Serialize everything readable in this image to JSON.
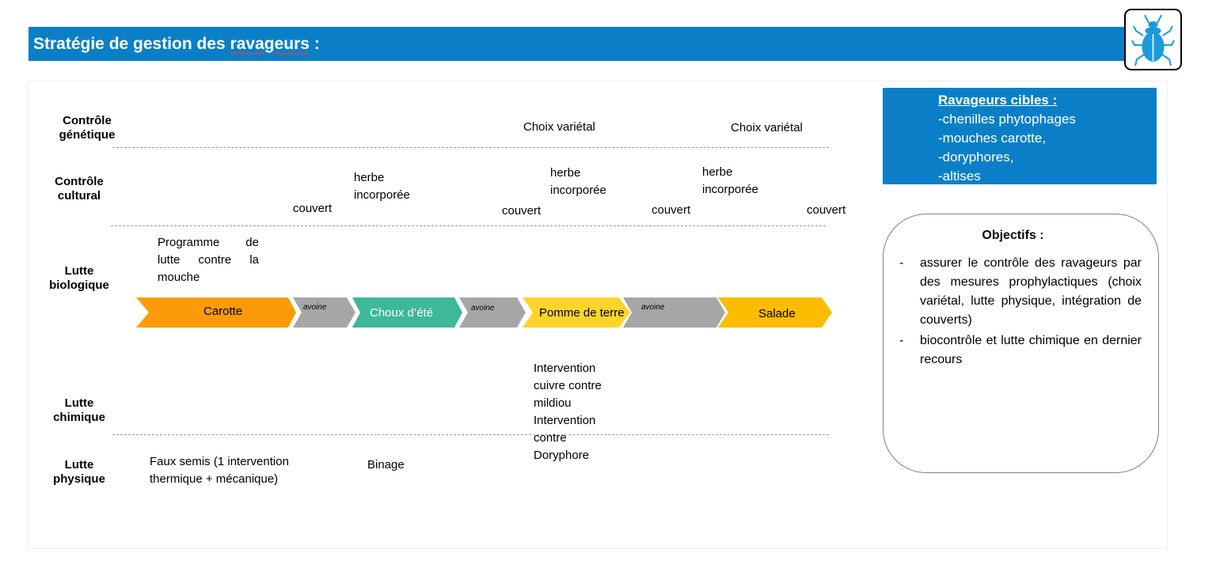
{
  "header": {
    "title_main": "Stratégie de gestion des ",
    "title_wavy": "ravageurs",
    "title_end": " :"
  },
  "logo": {
    "icon": "beetle-icon",
    "color": "#1a9bd7"
  },
  "rows": {
    "genetique": "Contrôle génétique",
    "cultural": "Contrôle cultural",
    "biologique": "Lutte biologique",
    "chimique": "Lutte chimique",
    "physique": "Lutte physique"
  },
  "genetique": {
    "choix_1": "Choix variétal",
    "choix_2": "Choix variétal"
  },
  "cultural": {
    "couvert_1": "couvert",
    "herbe_1": "herbe incorporée",
    "couvert_2": "couvert",
    "herbe_2": "herbe incorporée",
    "couvert_3": "couvert",
    "herbe_3": "herbe incorporée",
    "couvert_4": "couvert"
  },
  "biologique": {
    "programme": "Programme de lutte contre la mouche"
  },
  "rotation": {
    "carotte": "Carotte",
    "avoine_1": "avoine",
    "choux": "Choux d’été",
    "avoine_2": "avoine",
    "pomme": "Pomme de terre",
    "avoine_3": "avoine",
    "salade": "Salade",
    "colors": {
      "carotte": "#fb9b07",
      "avoine": "#a6a6a6",
      "choux": "#3db898",
      "pomme": "#ffd42a",
      "salade": "#fdbc00"
    }
  },
  "chimique": {
    "cuivre": "Intervention cuivre contre mildiou",
    "doryphore": "Intervention contre Doryphore"
  },
  "physique": {
    "faux_semis": "Faux semis (1 intervention thermique + mécanique)",
    "binage": "Binage"
  },
  "cibles": {
    "title": "Ravageurs cibles :",
    "items": [
      "-chenilles phytophages",
      "-mouches carotte,",
      "-doryphores,",
      "-altises"
    ]
  },
  "objectifs": {
    "title": "Objectifs :",
    "items": [
      "assurer le contrôle des ravageurs par des mesures prophylactiques (choix variétal, lutte physique, intégration de couverts)",
      "biocontrôle et lutte chimique en dernier recours"
    ]
  }
}
